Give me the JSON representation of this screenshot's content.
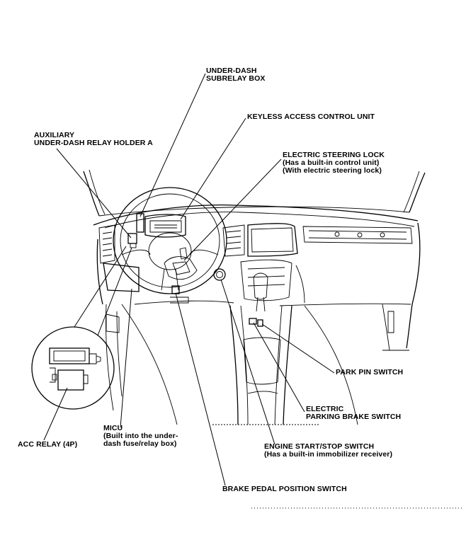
{
  "labels": {
    "subrelay": [
      "UNDER-DASH",
      "SUBRELAY BOX"
    ],
    "keyless": [
      "KEYLESS ACCESS CONTROL UNIT"
    ],
    "aux_relay": [
      "AUXILIARY",
      "UNDER-DASH RELAY HOLDER A"
    ],
    "steering_lock": [
      "ELECTRIC STEERING LOCK",
      "(Has a built-in control unit)",
      "(With electric steering lock)"
    ],
    "park_pin": [
      "PARK PIN SWITCH"
    ],
    "epb": [
      "ELECTRIC",
      "PARKING BRAKE SWITCH"
    ],
    "acc_relay": [
      "ACC RELAY (4P)"
    ],
    "micu": [
      "MICU",
      "(Built into the under-",
      "dash fuse/relay box)"
    ],
    "engine_start": [
      "ENGINE START/STOP SWITCH",
      "(Has a built-in immobilizer receiver)"
    ],
    "brake_pedal": [
      "BRAKE PEDAL POSITION SWITCH"
    ]
  }
}
